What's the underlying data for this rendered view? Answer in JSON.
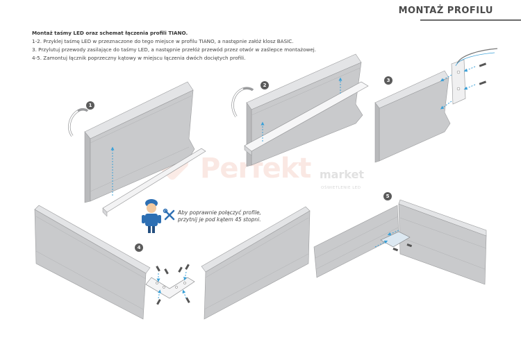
{
  "header": {
    "title": "MONTAŻ PROFILU"
  },
  "intro": {
    "lead": "Montaż taśmy LED oraz schemat łączenia profili TIANO.",
    "lines": [
      "1-2. Przyklej taśmę LED w przeznaczone do tego miejsce w profilu TIANO, a następnie załóż klosz BASIC.",
      "3. Przylutuj przewody zasilające do taśmy LED, a następnie przełóż przewód przez otwór w zaślepce montażowej.",
      "4-5. Zamontuj łącznik poprzeczny kątowy w miejscu łączenia dwóch dociętych profili."
    ]
  },
  "steps": {
    "s1": "1",
    "s2": "2",
    "s3": "3",
    "s4": "4",
    "s5": "5"
  },
  "tip": {
    "line1": "Aby poprawnie połączyć profile,",
    "line2": "przytnij je pod kątem 45 stopni."
  },
  "watermark": {
    "word": "Perfekt",
    "market": "market",
    "sub": "OŚWIETLENIE LED"
  },
  "colors": {
    "profile_front": "#c9cacc",
    "profile_top": "#e3e4e6",
    "profile_line": "#9a9b9d",
    "arrow": "#3aa0d8",
    "badge": "#5b5b5b"
  }
}
